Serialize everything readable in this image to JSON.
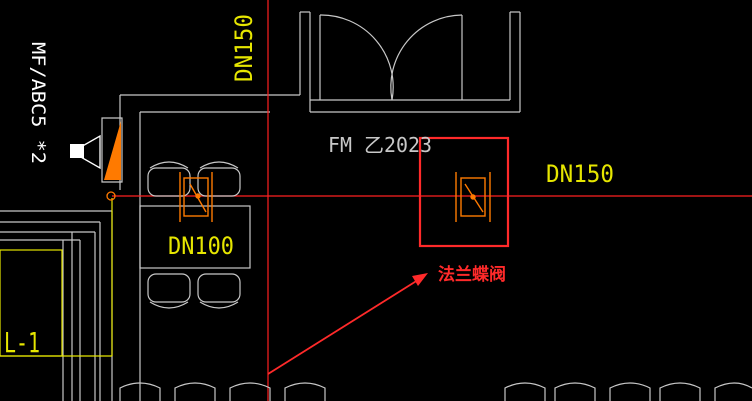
{
  "drawing": {
    "background": "#000000",
    "colors": {
      "pipe": "#ff2020",
      "yellow_text": "#e6e600",
      "gray_line": "#c8c8c8",
      "orange": "#ff7a00",
      "callout": "#ff2a2a",
      "white": "#ffffff"
    },
    "labels": {
      "dn150_vertical": "DN150",
      "dn150_right": "DN150",
      "dn100": "DN100",
      "extinguisher": "MF/ABC5 *2",
      "fire_door": "FM 乙2023",
      "valve_callout": "法兰蝶阀",
      "room_tag": "L-1"
    },
    "icons": {
      "valve": "flanged-butterfly-valve-icon",
      "extinguisher": "fire-extinguisher-icon",
      "door": "double-swing-door-icon",
      "seat": "seat-icon"
    }
  }
}
